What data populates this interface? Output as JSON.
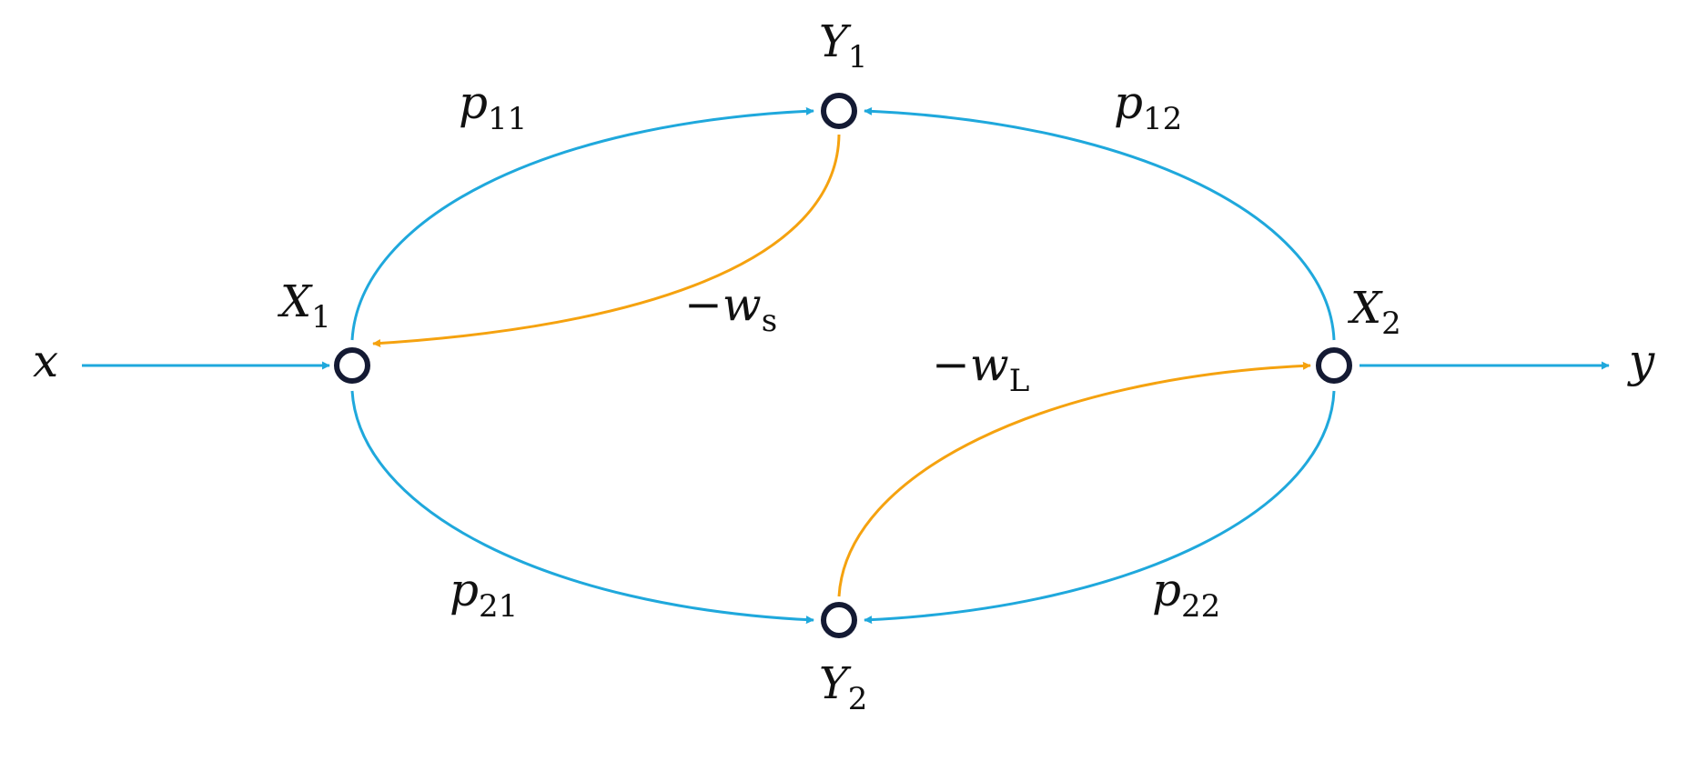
{
  "colors": {
    "flow": "#1fa8dc",
    "feedback": "#f5a20f",
    "node_stroke": "#141a33",
    "node_fill": "#ffffff",
    "text": "#111111"
  },
  "nodes": {
    "x1": {
      "base": "X",
      "sub": "1"
    },
    "x2": {
      "base": "X",
      "sub": "2"
    },
    "y1": {
      "base": "Y",
      "sub": "1"
    },
    "y2": {
      "base": "Y",
      "sub": "2"
    }
  },
  "terminals": {
    "input": "x",
    "output": "y"
  },
  "edges": {
    "p11": {
      "base": "p",
      "sub": "11"
    },
    "p12": {
      "base": "p",
      "sub": "12"
    },
    "p21": {
      "base": "p",
      "sub": "21"
    },
    "p22": {
      "base": "p",
      "sub": "22"
    },
    "ws": {
      "base": "−w",
      "sub": "s"
    },
    "wl": {
      "base": "−w",
      "sub": "L"
    }
  }
}
